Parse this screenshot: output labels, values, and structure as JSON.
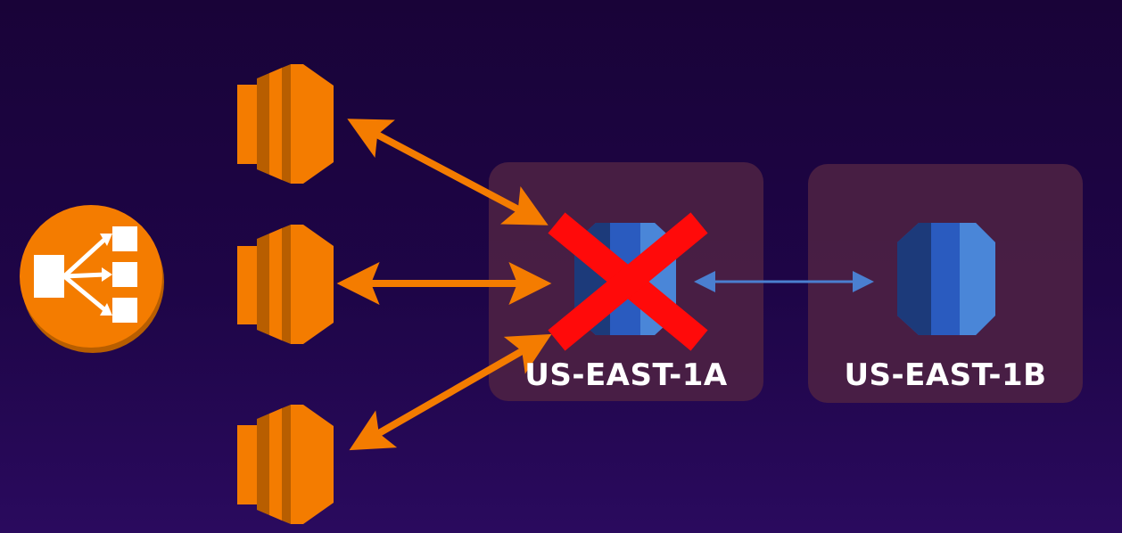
{
  "diagram": {
    "zones": [
      {
        "label": "US-EAST-1A",
        "status": "failed"
      },
      {
        "label": "US-EAST-1B",
        "status": "standby"
      }
    ]
  },
  "colors": {
    "background": "#1c0543",
    "zone_box": "#4d2144",
    "compute_orange": "#f47c00",
    "compute_dark": "#b85e00",
    "database_blue": "#2a5bbf",
    "database_dark": "#1c3a7a",
    "database_light": "#4a86d8",
    "arrow_orange": "#f47c00",
    "replication_arrow": "#4a7fd0",
    "failure_x": "#ff0a0a",
    "label_text": "#ffffff"
  },
  "icons": {
    "load_balancer": "load-balancer-icon",
    "compute_instance": "ec2-instance-icon",
    "database": "rds-database-icon",
    "failure_mark": "failure-x-icon"
  }
}
